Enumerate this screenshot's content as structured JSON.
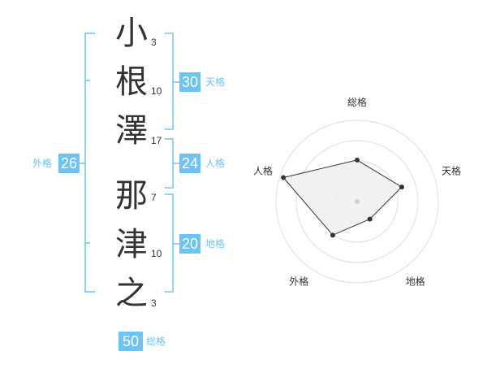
{
  "name": {
    "characters": [
      {
        "char": "小",
        "strokes": "3"
      },
      {
        "char": "根",
        "strokes": "10"
      },
      {
        "char": "澤",
        "strokes": "17"
      },
      {
        "char": "那",
        "strokes": "7"
      },
      {
        "char": "津",
        "strokes": "10"
      },
      {
        "char": "之",
        "strokes": "3"
      }
    ]
  },
  "fortune": {
    "tenkaku": {
      "value": "30",
      "label": "天格"
    },
    "jinkaku": {
      "value": "24",
      "label": "人格"
    },
    "chikaku": {
      "value": "20",
      "label": "地格"
    },
    "gaikaku": {
      "value": "26",
      "label": "外格"
    },
    "soukaku": {
      "value": "50",
      "label": "総格"
    }
  },
  "colors": {
    "accent": "#6cc4f5",
    "text": "#333333",
    "ring": "#dddddd",
    "fill": "#eeeeee"
  },
  "chart_data": {
    "type": "radar",
    "axes": [
      "総格",
      "天格",
      "地格",
      "外格",
      "人格"
    ],
    "values": [
      2.3,
      2.6,
      1.2,
      2.3,
      4.3
    ],
    "rmax": 4.5,
    "rings": 4
  }
}
